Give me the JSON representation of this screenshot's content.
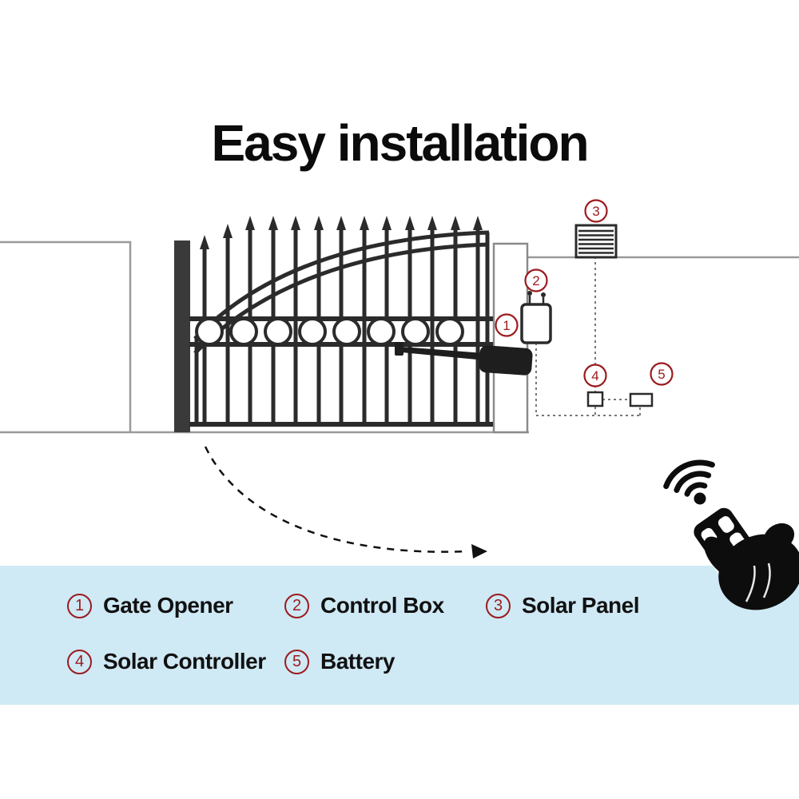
{
  "title": "Easy installation",
  "colors": {
    "accent_red": "#9b1b1f",
    "legend_band_blue": "#cfe9f5",
    "line_dark": "#2b2b2b",
    "wall_gray": "#9a9a9a"
  },
  "diagram": {
    "callout_numbers": [
      "1",
      "2",
      "3",
      "4",
      "5"
    ]
  },
  "legend": {
    "items": [
      {
        "num": "1",
        "label": "Gate Opener"
      },
      {
        "num": "2",
        "label": "Control Box"
      },
      {
        "num": "3",
        "label": "Solar Panel"
      },
      {
        "num": "4",
        "label": "Solar Controller"
      },
      {
        "num": "5",
        "label": "Battery"
      }
    ]
  }
}
